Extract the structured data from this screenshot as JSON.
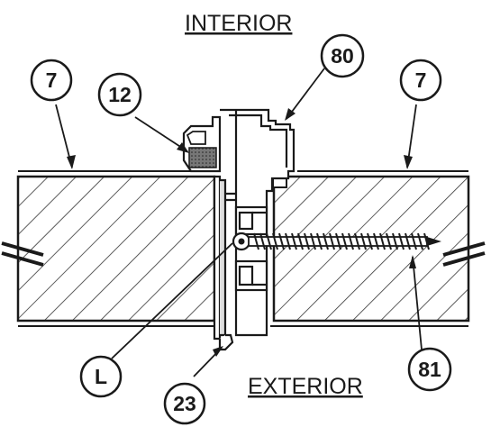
{
  "labels": {
    "interior": "INTERIOR",
    "exterior": "EXTERIOR"
  },
  "callouts": {
    "panel_left": "7",
    "panel_right": "7",
    "seal": "12",
    "profile": "80",
    "gasket": "L",
    "trim": "23",
    "screw": "81"
  },
  "colors": {
    "ink": "#1a1a1a",
    "hatch": "#333333",
    "paper": "#ffffff"
  }
}
